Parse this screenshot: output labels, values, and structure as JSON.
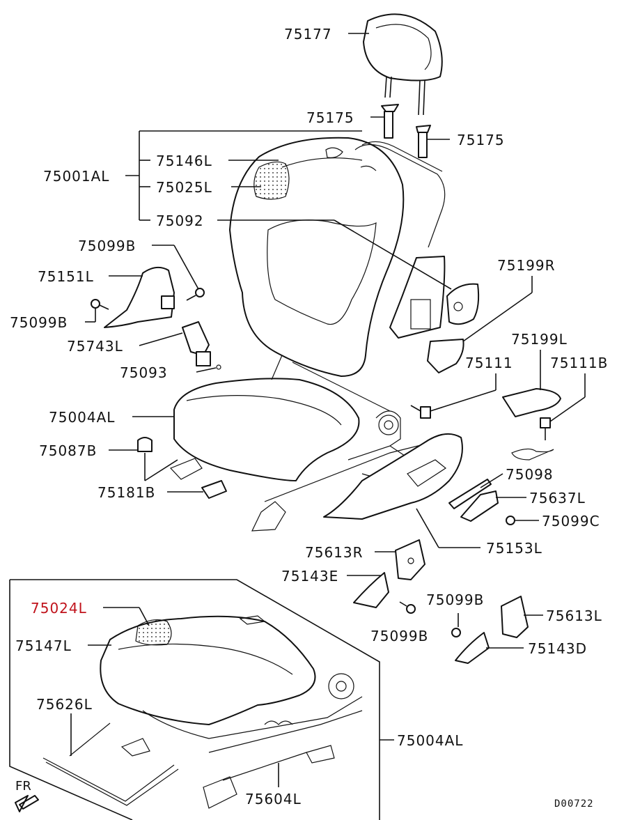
{
  "labels": {
    "p75177": "75177",
    "p75175a": "75175",
    "p75175b": "75175",
    "p75001AL": "75001AL",
    "p75146L": "75146L",
    "p75025L": "75025L",
    "p75092": "75092",
    "p75099Ba": "75099B",
    "p75151L": "75151L",
    "p75099Bb": "75099B",
    "p75743L": "75743L",
    "p75093": "75093",
    "p75199R": "75199R",
    "p75199L": "75199L",
    "p75111": "75111",
    "p75111B": "75111B",
    "p75004ALa": "75004AL",
    "p75087B": "75087B",
    "p75181B": "75181B",
    "p75098": "75098",
    "p75637L": "75637L",
    "p75099C": "75099C",
    "p75153L": "75153L",
    "p75613R": "75613R",
    "p75143E": "75143E",
    "p75099Bc": "75099B",
    "p75099Bd": "75099B",
    "p75613L": "75613L",
    "p75143D": "75143D",
    "p75024L": "75024L",
    "p75147L": "75147L",
    "p75626L": "75626L",
    "p75004ALb": "75004AL",
    "p75604L": "75604L"
  },
  "direction_label": "FR",
  "diagram_code": "D00722",
  "colors": {
    "highlight_label": "#c0131c",
    "ink": "#111111"
  },
  "icons": {
    "front_direction": "arrow-down-left-icon"
  }
}
